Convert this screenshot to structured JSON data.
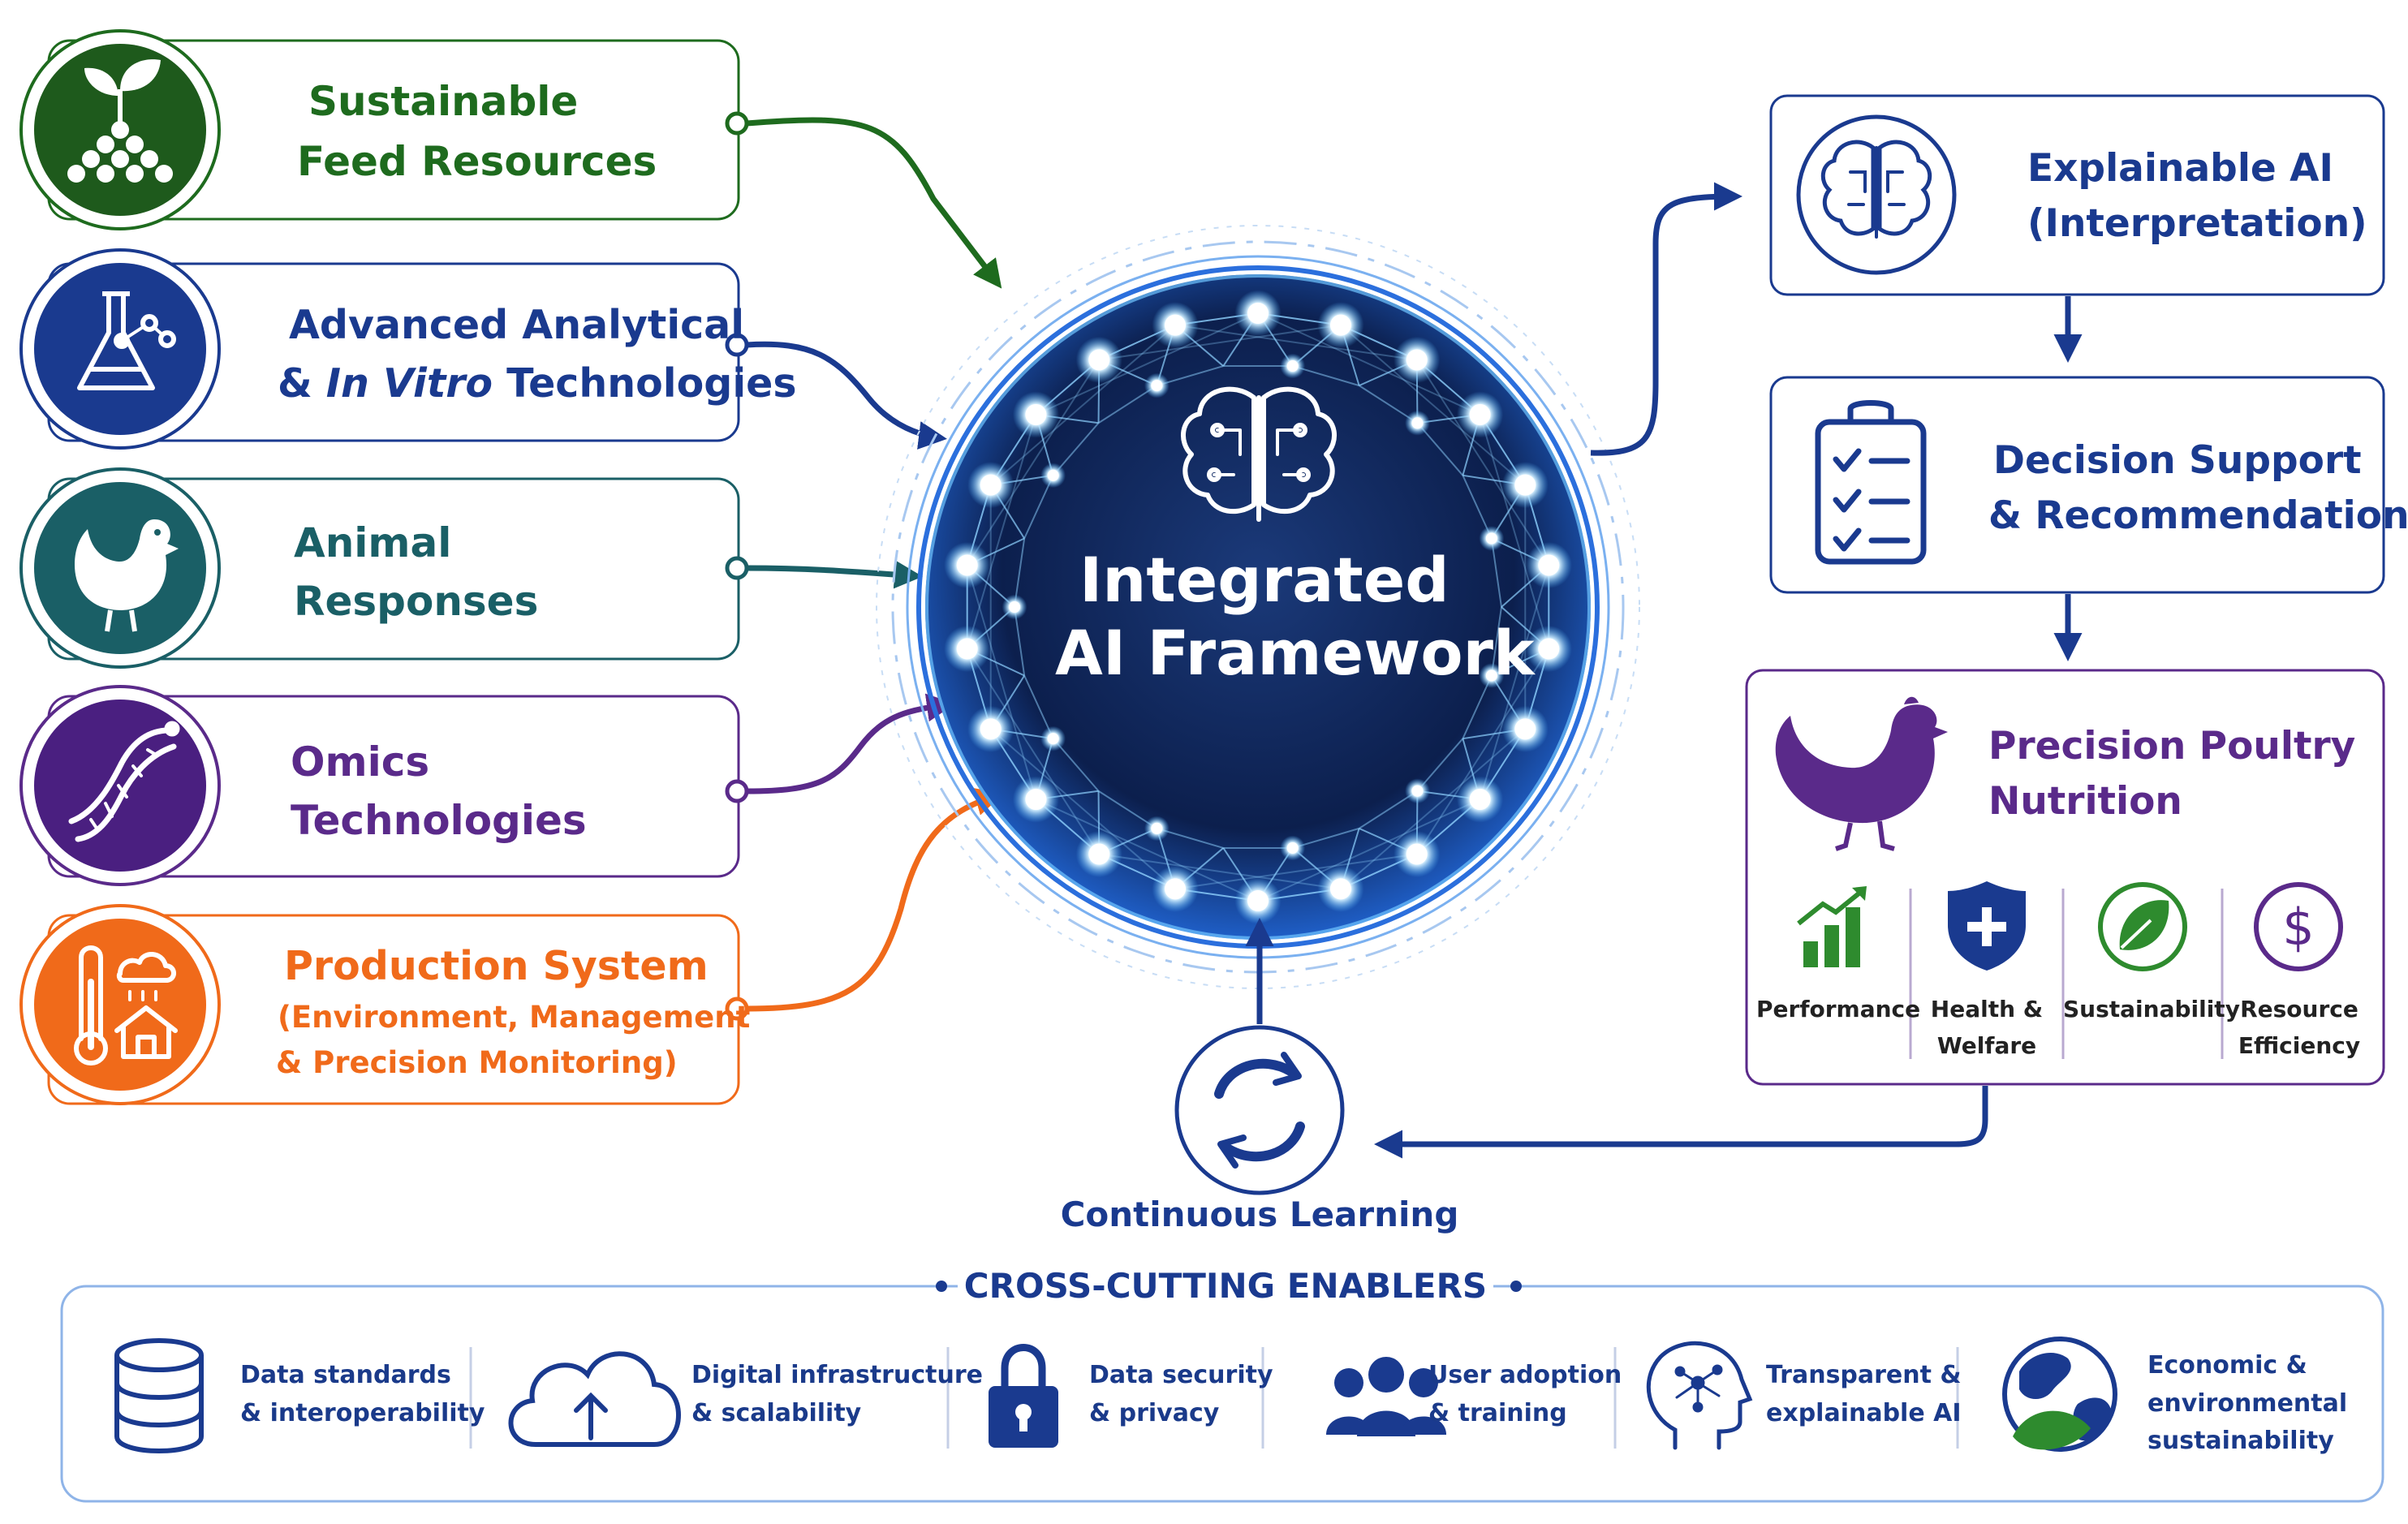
{
  "inputs": [
    {
      "line1": "Sustainable",
      "line2": "Feed Resources",
      "icon": "plant-seedling-icon",
      "color": "#1e6b1e"
    },
    {
      "line1": "Advanced Analytical",
      "line2_prefix": "& ",
      "line2_italic": "In Vitro",
      "line2_suffix": " Technologies",
      "icon": "lab-flask-icon",
      "color": "#1a3b8f"
    },
    {
      "line1": "Animal",
      "line2": "Responses",
      "icon": "chicken-icon",
      "color": "#1a5f66"
    },
    {
      "line1": "Omics",
      "line2": "Technologies",
      "icon": "dna-helix-icon",
      "color": "#5a2a8a"
    },
    {
      "line1": "Production System",
      "line2": "(Environment, Management",
      "line3": "& Precision Monitoring)",
      "icon": "thermometer-farm-icon",
      "color": "#f06a1a"
    }
  ],
  "center": {
    "line1": "Integrated",
    "line2": "AI Framework",
    "icon": "brain-circuit-icon"
  },
  "explainable": {
    "line1": "Explainable AI",
    "line2": "(Interpretation)",
    "icon": "brain-circuit-icon"
  },
  "decision": {
    "line1": "Decision Support",
    "line2": "& Recommendations",
    "icon": "clipboard-checklist-icon"
  },
  "precision": {
    "line1": "Precision Poultry",
    "line2": "Nutrition",
    "icon": "hen-icon",
    "outcomes": [
      {
        "line1": "Performance",
        "line2": "",
        "icon": "growth-chart-icon"
      },
      {
        "line1": "Health &",
        "line2": "Welfare",
        "icon": "medical-shield-icon"
      },
      {
        "line1": "Sustainability",
        "line2": "",
        "icon": "leaf-icon"
      },
      {
        "line1": "Resource",
        "line2": "Efficiency",
        "icon": "dollar-icon"
      }
    ]
  },
  "loop": {
    "label": "Continuous Learning",
    "icon": "refresh-cycle-icon"
  },
  "enablers": {
    "title": "CROSS-CUTTING ENABLERS",
    "items": [
      {
        "line1": "Data standards",
        "line2": "& interoperability",
        "line3": "",
        "icon": "database-icon"
      },
      {
        "line1": "Digital infrastructure",
        "line2": "& scalability",
        "line3": "",
        "icon": "cloud-upload-icon"
      },
      {
        "line1": "Data security",
        "line2": "& privacy",
        "line3": "",
        "icon": "padlock-icon"
      },
      {
        "line1": "User adoption",
        "line2": "& training",
        "line3": "",
        "icon": "user-group-icon"
      },
      {
        "line1": "Transparent &",
        "line2": "explainable AI",
        "line3": "",
        "icon": "head-network-icon"
      },
      {
        "line1": "Economic &",
        "line2": "environmental",
        "line3": "sustainability",
        "icon": "globe-leaf-icon"
      }
    ]
  },
  "colors": {
    "navy": "#1a3a8f",
    "green": "#1e6b1e",
    "teal": "#1a5f66",
    "purple": "#5a2a8a",
    "orange": "#f06a1a",
    "hub_dark": "#0b1f4a",
    "node_glow": "#7fd0ff"
  }
}
